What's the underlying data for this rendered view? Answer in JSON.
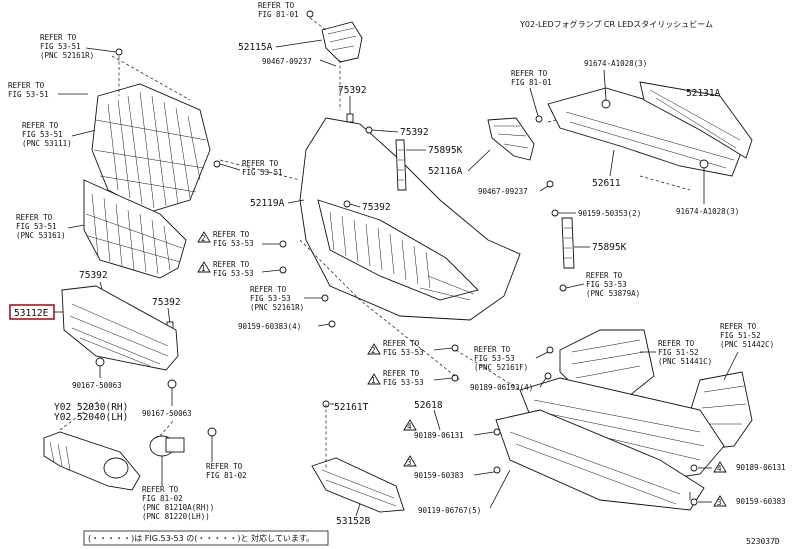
{
  "header": "Y02-LEDフォグランプ CR LEDスタイリッシュビーム",
  "figure_id": "523037D",
  "callouts": {
    "c_52115A": "52115A",
    "c_90467a": "90467-09237",
    "c_75392a": "75392",
    "c_75392b": "75392",
    "c_75392c": "75392",
    "c_75392d": "75392",
    "c_75392e": "75392",
    "c_75895K1": "75895K",
    "c_75895K2": "75895K",
    "c_52116A": "52116A",
    "c_90467b": "90467-09237",
    "c_52119A": "52119A",
    "c_52131A": "52131A",
    "c_91674a": "91674-A1028(3)",
    "c_91674b": "91674-A1028(3)",
    "c_52611": "52611",
    "c_90159_50353": "90159-50353(2)",
    "c_53112E": "53112E",
    "c_90167a": "90167-50063",
    "c_90167b": "90167-50063",
    "c_Y02a": "Y02 52030(RH)",
    "c_Y02b": "Y02 52040(LH)",
    "c_90159_60383a": "90159-60383(4)",
    "c_52161T": "52161T",
    "c_52618": "52618",
    "c_90189_06193": "90189-06193(4)",
    "c_90189_06131a": "90189-06131",
    "c_90159_60383b": "90159-60383",
    "c_90119": "90119-06767(5)",
    "c_53152B": "53152B",
    "c_90189_06131b": "90189-06131",
    "c_90159_60383c": "90159-60383"
  },
  "refs": {
    "r1": [
      "REFER TO",
      "FIG 81-01"
    ],
    "r2": [
      "REFER TO",
      "FIG 53-51",
      "(PNC 52161R)"
    ],
    "r3": [
      "REFER TO",
      "FIG 53-51"
    ],
    "r4": [
      "REFER TO",
      "FIG 53-51",
      "(PNC 53111)"
    ],
    "r5": [
      "REFER TO",
      "FIG 53-51"
    ],
    "r6": [
      "REFER TO",
      "FIG 53-51",
      "(PNC 53161)"
    ],
    "r7": [
      "REFER TO",
      "FIG 81-01"
    ],
    "r8": [
      "REFER TO",
      "FIG 53-53"
    ],
    "r9": [
      "REFER TO",
      "FIG 53-53"
    ],
    "r10": [
      "REFER TO",
      "FIG 53-53",
      "(PNC 52161R)"
    ],
    "r11": [
      "REFER TO",
      "FIG 53-53",
      "(PNC 53879A)"
    ],
    "r12": [
      "REFER TO",
      "FIG 53-53"
    ],
    "r13": [
      "REFER TO",
      "FIG 53-53",
      "(PNC 52161F)"
    ],
    "r14": [
      "REFER TO",
      "FIG 53-53"
    ],
    "r15": [
      "REFER TO",
      "FIG 51-52",
      "(PNC 51441C)"
    ],
    "r16": [
      "REFER TO",
      "FIG 51-52",
      "(PNC 51442C)"
    ],
    "r17": [
      "REFER TO",
      "FIG 81-02"
    ],
    "r18": [
      "REFER TO",
      "FIG 81-02",
      "(PNC 81210A(RH))",
      "(PNC 81220(LH))"
    ]
  },
  "note": "(・・・・・)は FIG.53-53 の(・・・・・)と 対応しています。",
  "triangle_numbers": {
    "t1": "2",
    "t2": "1",
    "t3": "2",
    "t4": "1",
    "t5": "4",
    "t6": "3",
    "t7": "4",
    "t8": "3",
    "n1": "1",
    "n2": "4",
    "n3": "1",
    "n4": "4"
  },
  "icons": [
    "bolt-icon",
    "clip-icon",
    "triangle-note-icon"
  ]
}
